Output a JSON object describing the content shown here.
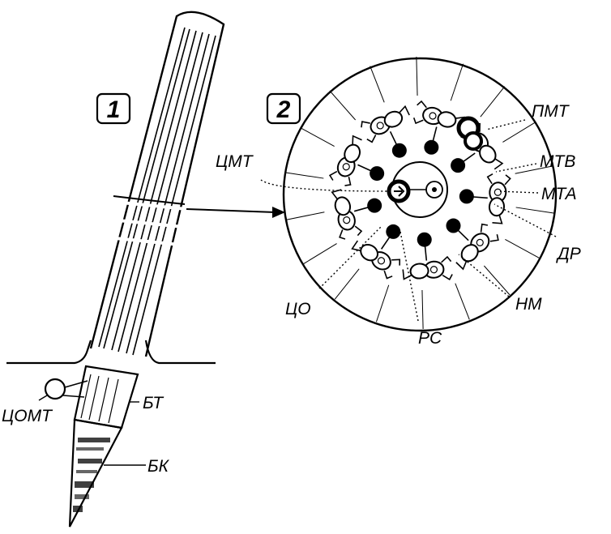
{
  "panels": [
    {
      "id": "1",
      "label": "1"
    },
    {
      "id": "2",
      "label": "2"
    }
  ],
  "labels": {
    "cmt": "ЦМТ",
    "pmt": "ПМТ",
    "mtb": "МТВ",
    "mta": "МТА",
    "dr": "ДР",
    "nm": "НМ",
    "ts": "ЦО",
    "rs": "РС",
    "tsomt": "ЦОМТ",
    "bt": "БТ",
    "bk": "БК"
  },
  "colors": {
    "ink": "#000000",
    "paper": "#ffffff"
  }
}
